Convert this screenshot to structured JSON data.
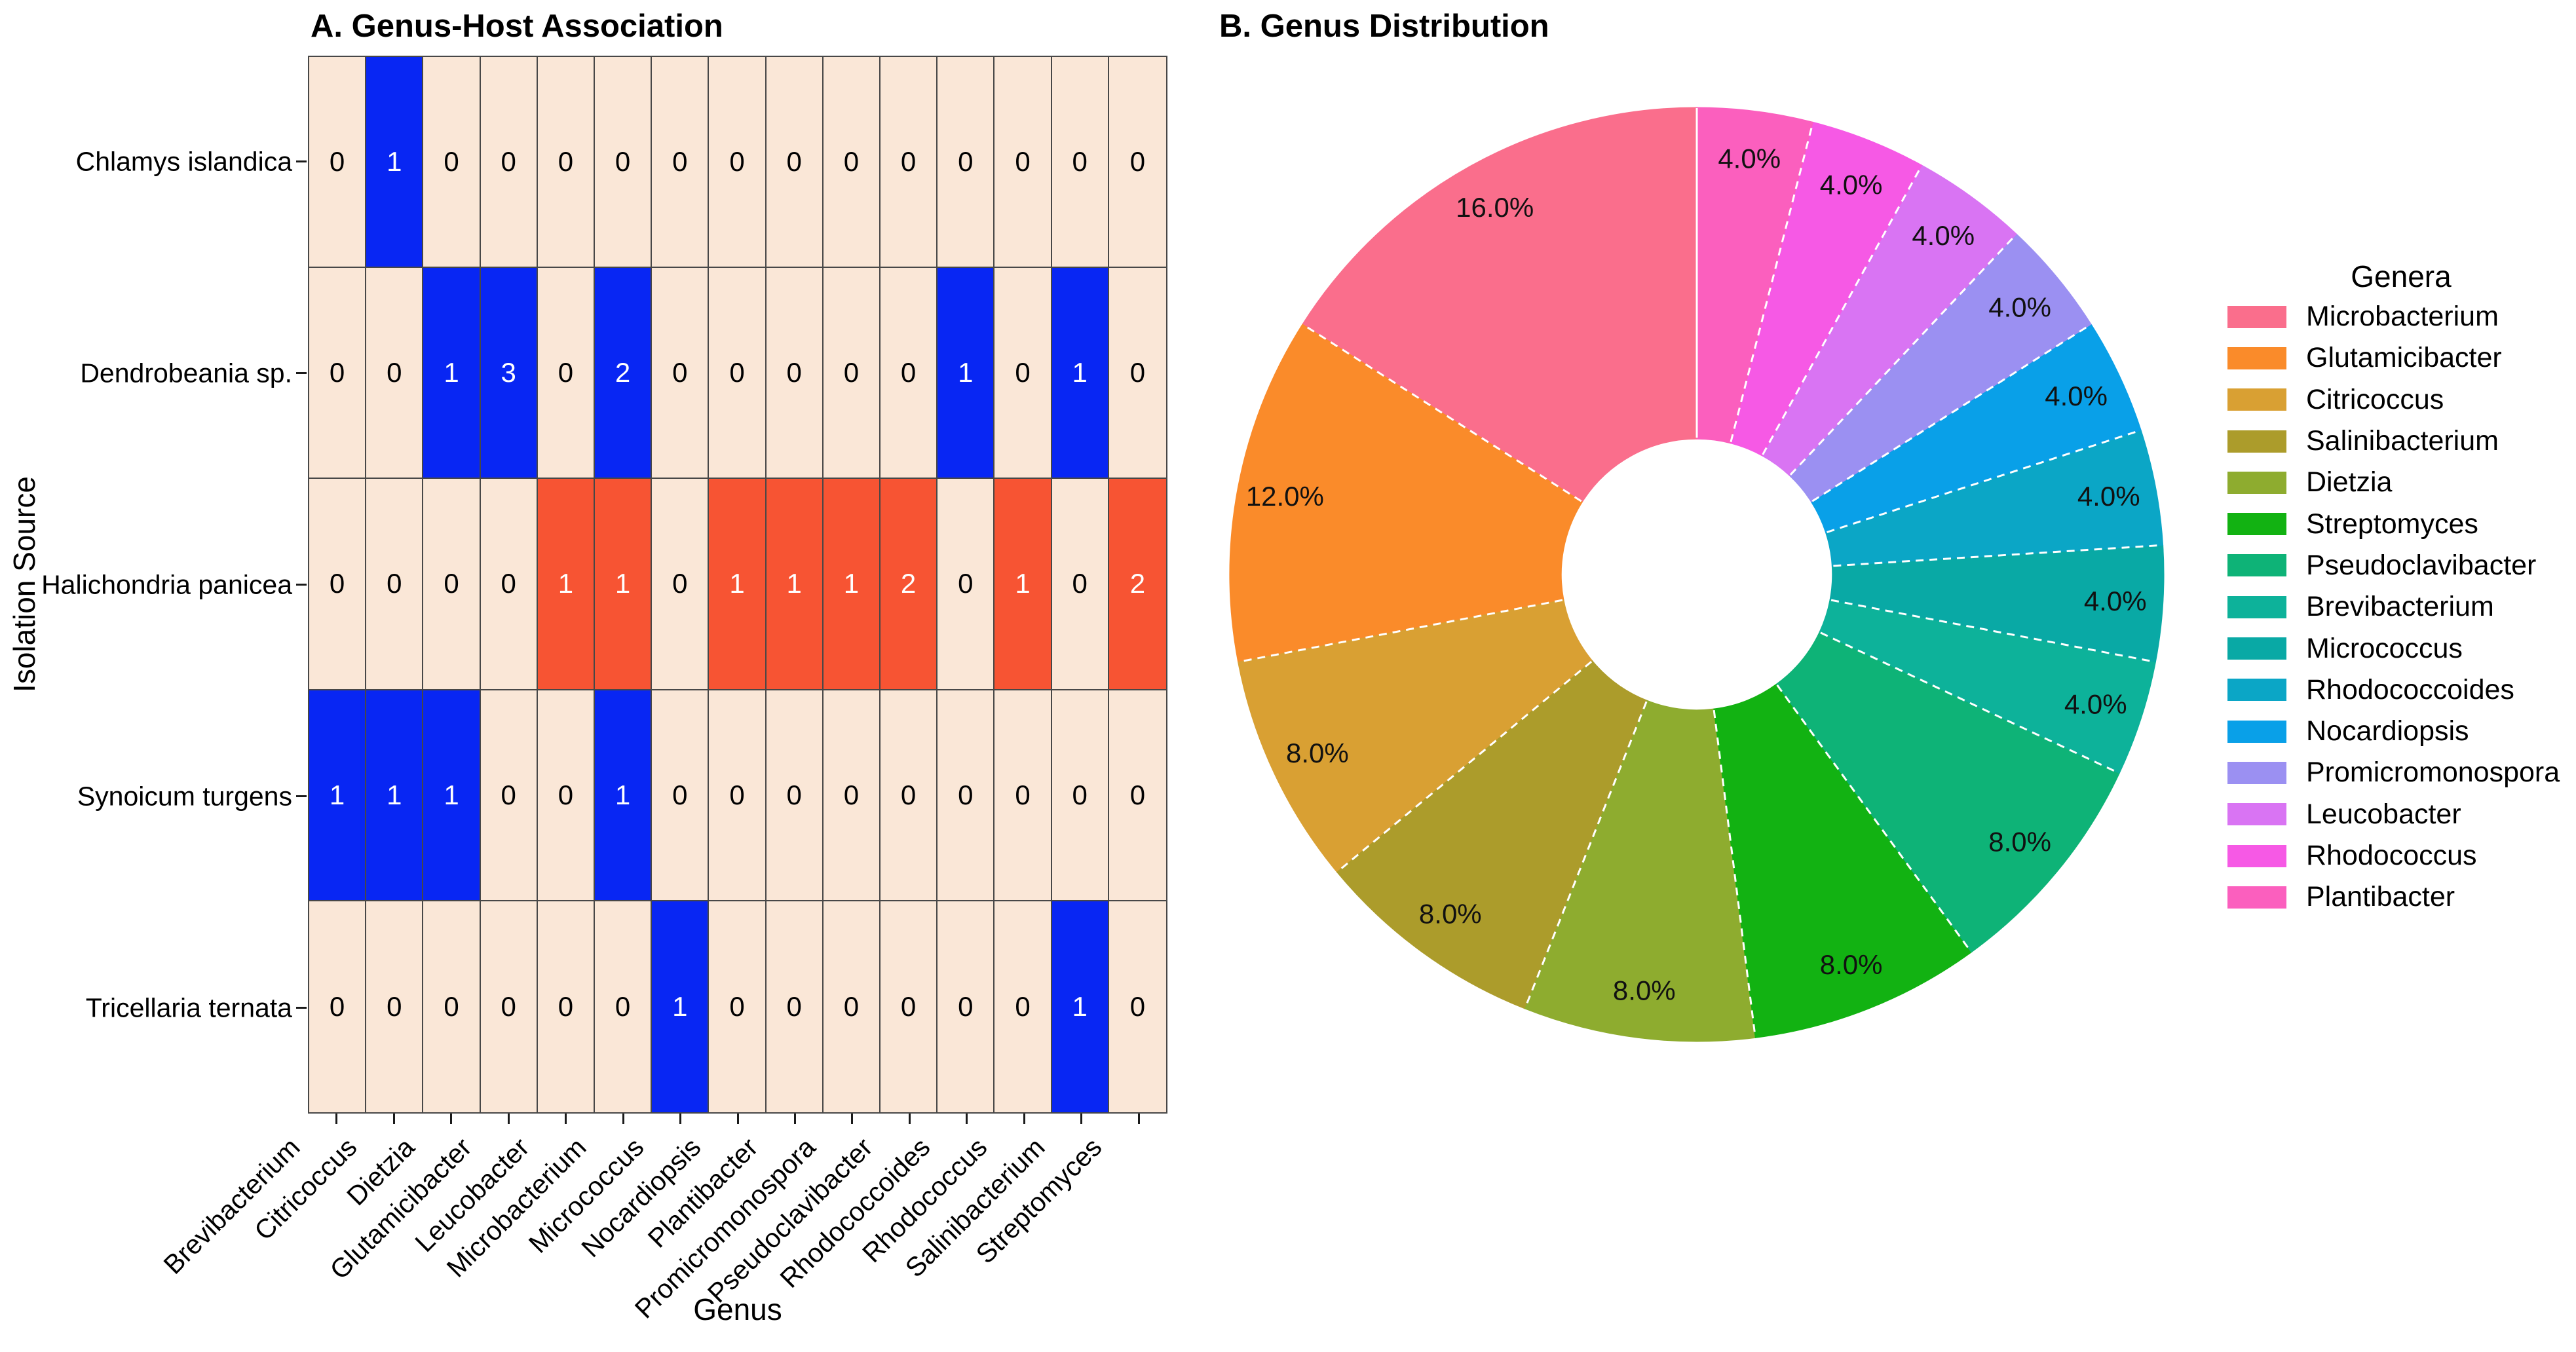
{
  "chart_data": [
    {
      "type": "heatmap",
      "title": "A. Genus-Host Association",
      "xlabel": "Genus",
      "ylabel": "Isolation Source",
      "columns": [
        "Brevibacterium",
        "Citricoccus",
        "Dietzia",
        "Glutamicibacter",
        "Leucobacter",
        "Microbacterium",
        "Micrococcus",
        "Nocardiopsis",
        "Plantibacter",
        "Promicromonospora",
        "Pseudoclavibacter",
        "Rhodococcoides",
        "Rhodococcus",
        "Salinibacterium",
        "Streptomyces"
      ],
      "rows": [
        "Chlamys islandica",
        "Dendrobeania sp.",
        "Halichondria panicea",
        "Synoicum turgens",
        "Tricellaria ternata"
      ],
      "values": [
        [
          0,
          1,
          0,
          0,
          0,
          0,
          0,
          0,
          0,
          0,
          0,
          0,
          0,
          0,
          0
        ],
        [
          0,
          0,
          1,
          3,
          0,
          2,
          0,
          0,
          0,
          0,
          0,
          1,
          0,
          1,
          0
        ],
        [
          0,
          0,
          0,
          0,
          1,
          1,
          0,
          1,
          1,
          1,
          2,
          0,
          1,
          0,
          2
        ],
        [
          1,
          1,
          1,
          0,
          0,
          1,
          0,
          0,
          0,
          0,
          0,
          0,
          0,
          0,
          0
        ],
        [
          0,
          0,
          0,
          0,
          0,
          0,
          1,
          0,
          0,
          0,
          0,
          0,
          0,
          1,
          0
        ]
      ],
      "row_highlight_colors": [
        "#0826F3",
        "#0826F3",
        "#F75433",
        "#0826F3",
        "#0826F3"
      ],
      "zero_cell_color": "#FAE7D7",
      "grid_color": "#474747",
      "value_text_color_zero": "#000000",
      "value_text_color_nonzero": "#FFFFFF"
    },
    {
      "type": "pie",
      "title": "B. Genus Distribution",
      "legend_title": "Genera",
      "legend_position": "right",
      "start": "top",
      "direction": "counterclockwise",
      "donut_hole_ratio": 0.29,
      "slice_border_color": "#FFFFFF",
      "slice_border_style": "dashed",
      "labels": [
        "Microbacterium",
        "Glutamicibacter",
        "Citricoccus",
        "Salinibacterium",
        "Dietzia",
        "Streptomyces",
        "Pseudoclavibacter",
        "Brevibacterium",
        "Micrococcus",
        "Rhodococcoides",
        "Nocardiopsis",
        "Promicromonospora",
        "Leucobacter",
        "Rhodococcus",
        "Plantibacter"
      ],
      "values": [
        16,
        12,
        8,
        8,
        8,
        8,
        8,
        4,
        4,
        4,
        4,
        4,
        4,
        4,
        4
      ],
      "percent_labels": [
        "16.0%",
        "12.0%",
        "8.0%",
        "8.0%",
        "8.0%",
        "8.0%",
        "8.0%",
        "4.0%",
        "4.0%",
        "4.0%",
        "4.0%",
        "4.0%",
        "4.0%",
        "4.0%",
        "4.0%"
      ],
      "colors": [
        "#FA6E8C",
        "#FA8B2A",
        "#D9A033",
        "#AC9C2B",
        "#8EAC2F",
        "#12B212",
        "#0EB377",
        "#0DB29A",
        "#09A9A5",
        "#0BA6C6",
        "#09A0E8",
        "#9B90F2",
        "#D974F3",
        "#F659E5",
        "#FB5FBE"
      ]
    }
  ]
}
